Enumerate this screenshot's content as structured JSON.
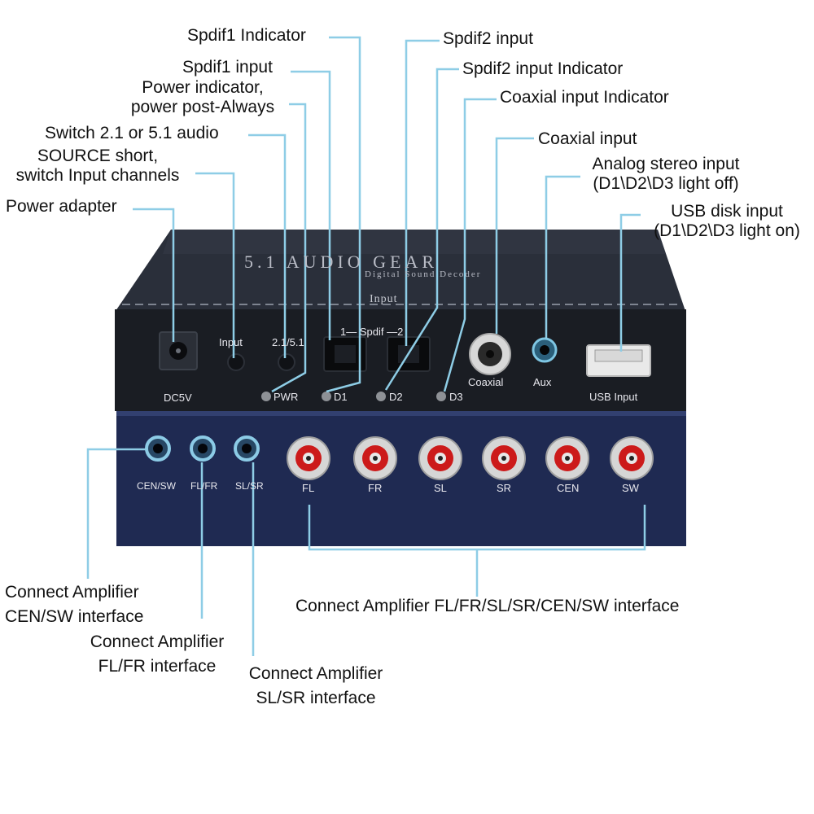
{
  "colors": {
    "leader_line": "#8ecde6",
    "top_body": "#20242c",
    "top_front": "#181b21",
    "bottom_panel": "#1f2a54",
    "rca_red": "#cc1a1a",
    "rca_silver": "#c8c8c8"
  },
  "device": {
    "brand": "5.1 AUDIO GEAR",
    "subtitle": "Digital Sound Decoder",
    "section_label": "Input",
    "spdif_label": "1— Spdif —2",
    "top_labels": {
      "dc5v": "DC5V",
      "input_button": "Input",
      "mode_button": "2.1/5.1",
      "pwr": "PWR",
      "d1": "D1",
      "d2": "D2",
      "d3": "D3",
      "coaxial": "Coaxial",
      "aux": "Aux",
      "usb": "USB Input"
    },
    "bottom_labels": {
      "cen_sw": "CEN/SW",
      "fl_fr": "FL/FR",
      "sl_sr": "SL/SR",
      "fl": "FL",
      "fr": "FR",
      "sl": "SL",
      "sr": "SR",
      "cen": "CEN",
      "sw": "SW"
    }
  },
  "callouts": {
    "spdif1_indicator": "Spdif1 Indicator",
    "spdif2_input": "Spdif2 input",
    "spdif1_input": "Spdif1 input",
    "spdif2_input_indicator": "Spdif2 input Indicator",
    "power_indicator_line1": "Power indicator,",
    "power_indicator_line2": "power post-Always",
    "coaxial_input_indicator": "Coaxial input Indicator",
    "switch_21_51": "Switch 2.1 or 5.1 audio",
    "coaxial_input": "Coaxial input",
    "source_line1": "SOURCE short,",
    "source_line2": "switch Input channels",
    "analog_line1": "Analog stereo input",
    "analog_line2": "(D1\\D2\\D3 light off)",
    "power_adapter": "Power adapter",
    "usb_line1": "USB disk input",
    "usb_line2": "(D1\\D2\\D3 light on)",
    "amp_censw_line1": "Connect Amplifier",
    "amp_censw_line2": "CEN/SW interface",
    "amp_flfr_line1": "Connect Amplifier",
    "amp_flfr_line2": "FL/FR interface",
    "amp_slsr_line1": "Connect Amplifier",
    "amp_slsr_line2": "SL/SR interface",
    "amp_all": "Connect Amplifier FL/FR/SL/SR/CEN/SW interface"
  }
}
